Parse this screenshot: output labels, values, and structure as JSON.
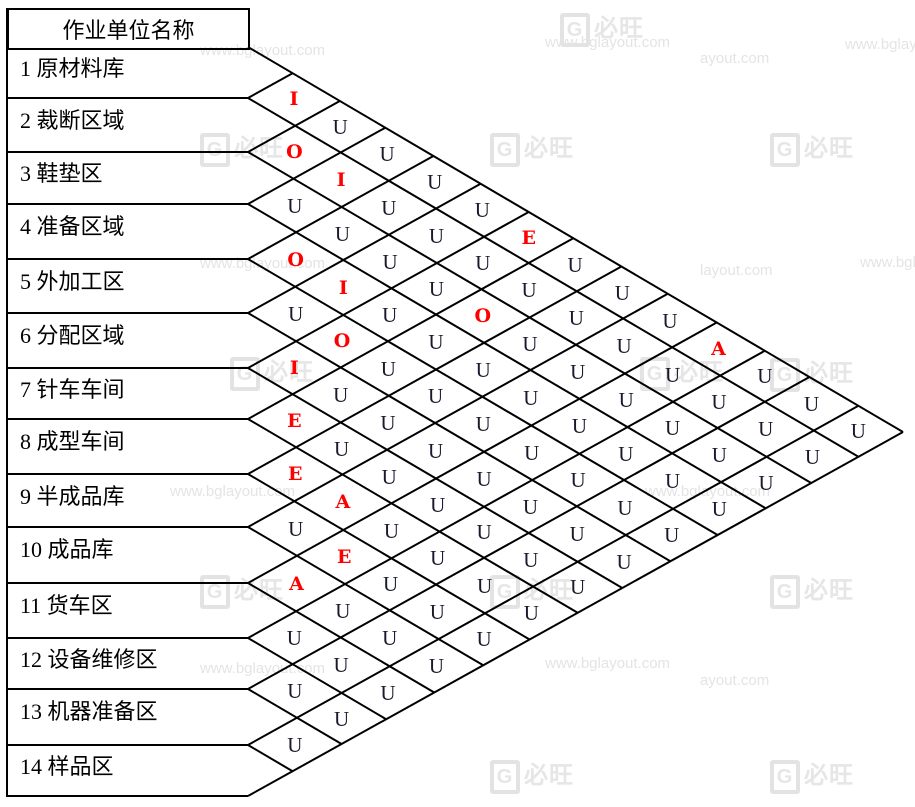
{
  "header": {
    "title": "作业单位名称"
  },
  "units": [
    {
      "id": 1,
      "label": "1 原材料库"
    },
    {
      "id": 2,
      "label": "2 裁断区域"
    },
    {
      "id": 3,
      "label": "3 鞋垫区"
    },
    {
      "id": 4,
      "label": "4 准备区域"
    },
    {
      "id": 5,
      "label": "5 外加工区"
    },
    {
      "id": 6,
      "label": "6 分配区域"
    },
    {
      "id": 7,
      "label": "7 针车车间"
    },
    {
      "id": 8,
      "label": "8 成型车间"
    },
    {
      "id": 9,
      "label": "9 半成品库"
    },
    {
      "id": 10,
      "label": "10 成品库"
    },
    {
      "id": 11,
      "label": "11 货车区"
    },
    {
      "id": 12,
      "label": "12 设备维修区"
    },
    {
      "id": 13,
      "label": "13 机器准备区"
    },
    {
      "id": 14,
      "label": "14 样品区"
    }
  ],
  "relationships": {
    "default": "U",
    "highlight_color": "#ff0000",
    "default_color": "#1a1a2e",
    "pairs": [
      {
        "a": 1,
        "b": 2,
        "code": "I"
      },
      {
        "a": 1,
        "b": 7,
        "code": "E"
      },
      {
        "a": 1,
        "b": 11,
        "code": "A"
      },
      {
        "a": 2,
        "b": 3,
        "code": "O"
      },
      {
        "a": 2,
        "b": 4,
        "code": "I"
      },
      {
        "a": 3,
        "b": 8,
        "code": "O"
      },
      {
        "a": 4,
        "b": 5,
        "code": "O"
      },
      {
        "a": 4,
        "b": 6,
        "code": "I"
      },
      {
        "a": 5,
        "b": 7,
        "code": "O"
      },
      {
        "a": 6,
        "b": 7,
        "code": "I"
      },
      {
        "a": 7,
        "b": 8,
        "code": "E"
      },
      {
        "a": 8,
        "b": 9,
        "code": "E"
      },
      {
        "a": 8,
        "b": 10,
        "code": "A"
      },
      {
        "a": 9,
        "b": 11,
        "code": "E"
      },
      {
        "a": 10,
        "b": 11,
        "code": "A"
      }
    ]
  },
  "watermark": {
    "url_text": "www.bglayout.com",
    "url_fragment_1": "ayout.com",
    "url_fragment_2": "layout.com",
    "logo_text": "必旺",
    "logo_mark": "G"
  }
}
